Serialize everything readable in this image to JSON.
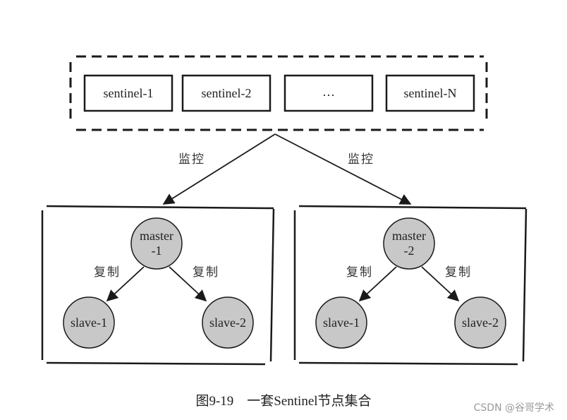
{
  "sentinel_group": {
    "nodes": [
      "sentinel-1",
      "sentinel-2",
      "…",
      "sentinel-N"
    ]
  },
  "edges": {
    "monitor_left_label": "监控",
    "monitor_right_label": "监控",
    "replicate_label": "复制"
  },
  "clusters": [
    {
      "master": [
        "master",
        "-1"
      ],
      "slaves": [
        "slave-1",
        "slave-2"
      ]
    },
    {
      "master": [
        "master",
        "-2"
      ],
      "slaves": [
        "slave-1",
        "slave-2"
      ]
    }
  ],
  "caption": "图9-19　一套Sentinel节点集合",
  "watermark": "CSDN @谷哥学术",
  "colors": {
    "node_fill": "#c8c8c8",
    "stroke": "#1a1a1a"
  }
}
